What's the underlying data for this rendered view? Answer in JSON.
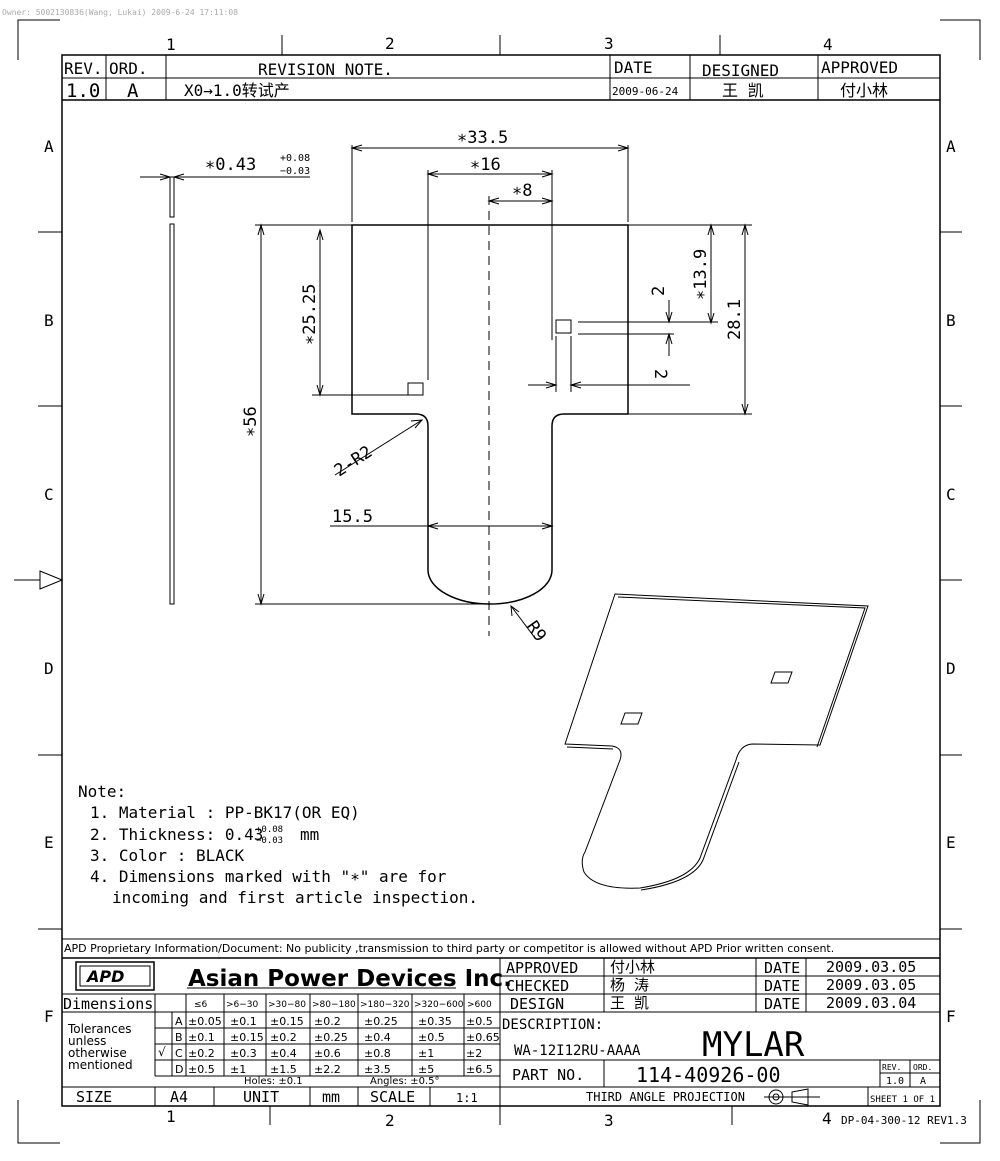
{
  "watermark": "Owner: 5002130836(Wang, Lukai) 2009-6-24 17:11:08",
  "zones": {
    "cols": [
      "1",
      "2",
      "3",
      "4"
    ],
    "rows": [
      "A",
      "B",
      "C",
      "D",
      "E",
      "F"
    ]
  },
  "revision_block": {
    "headers": {
      "rev": "REV.",
      "ord": "ORD.",
      "note": "REVISION NOTE.",
      "date": "DATE",
      "designed": "DESIGNED",
      "approved": "APPROVED"
    },
    "row": {
      "rev": "1.0",
      "ord": "A",
      "note": "X0→1.0转试产",
      "date": "2009-06-24",
      "designed": "王  凯",
      "approved": "付小林"
    }
  },
  "dimensions": {
    "thickness": "∗0.43",
    "thickness_tol_upper": "+0.08",
    "thickness_tol_lower": "−0.03",
    "width_total": "∗33.5",
    "width_mid": "∗16",
    "width_half": "∗8",
    "height_total": "∗56",
    "height_hole": "∗25.25",
    "height_hole_right": "∗13.9",
    "height_body": "28.1",
    "hole_size_v": "2",
    "hole_size_h": "2",
    "radius_corner": "2-R2",
    "tab_width": "15.5",
    "radius_tip": "R9"
  },
  "notes": {
    "heading": "Note:",
    "items": [
      "1. Material : PP-BK17(OR EQ)",
      "2. Thickness: 0.43",
      "3. Color : BLACK",
      "4. Dimensions marked with \"∗\" are for",
      "incoming and first article inspection."
    ],
    "thickness_tol_upper": "+0.08",
    "thickness_tol_lower": "−0.03",
    "thickness_unit": "mm"
  },
  "title_block": {
    "proprietary": "APD Proprietary Information/Document: No publicity ,transmission to third party or competitor is allowed without APD Prior written consent.",
    "logo": "APD",
    "company": "Asian Power Devices Inc.",
    "approved_label": "APPROVED",
    "approved_name": "付小林",
    "checked_label": "CHECKED",
    "checked_name": "杨  涛",
    "design_label": "DESIGN",
    "design_name": "王  凯",
    "date_label": "DATE",
    "approved_date": "2009.03.05",
    "checked_date": "2009.03.05",
    "design_date": "2009.03.04",
    "dimensions_label": "Dimensions",
    "tol_ranges": [
      "≤6",
      ">6−30",
      ">30−80",
      ">80−180",
      ">180−320",
      ">320−600",
      ">600"
    ],
    "tolerances_label": [
      "Tolerances",
      "unless",
      "otherwise",
      "mentioned"
    ],
    "check_mark": "√",
    "tol_rows": [
      {
        "cls": "A",
        "vals": [
          "±0.05",
          "±0.1",
          "±0.15",
          "±0.2",
          "±0.25",
          "±0.35",
          "±0.5"
        ]
      },
      {
        "cls": "B",
        "vals": [
          "±0.1",
          "±0.15",
          "±0.2",
          "±0.25",
          "±0.4",
          "±0.5",
          "±0.65"
        ]
      },
      {
        "cls": "C",
        "vals": [
          "±0.2",
          "±0.3",
          "±0.4",
          "±0.6",
          "±0.8",
          "±1",
          "±2"
        ]
      },
      {
        "cls": "D",
        "vals": [
          "±0.5",
          "±1",
          "±1.5",
          "±2.2",
          "±3.5",
          "±5",
          "±6.5"
        ]
      }
    ],
    "holes": "Holes: ±0.1",
    "angles": "Angles: ±0.5°",
    "description_label": "DESCRIPTION:",
    "description": "MYLAR",
    "model": "WA-12I12RU-AAAA",
    "part_no_label": "PART NO.",
    "part_no": "114-40926-00",
    "rev_label": "REV.",
    "ord_label": "ORD.",
    "rev_val": "1.0",
    "ord_val": "A",
    "size_label": "SIZE",
    "size": "A4",
    "unit_label": "UNIT",
    "unit": "mm",
    "scale_label": "SCALE",
    "scale": "1:1",
    "projection": "THIRD ANGLE PROJECTION",
    "sheet": "SHEET 1 OF 1",
    "doc_no": "DP-04-300-12 REV1.3"
  }
}
